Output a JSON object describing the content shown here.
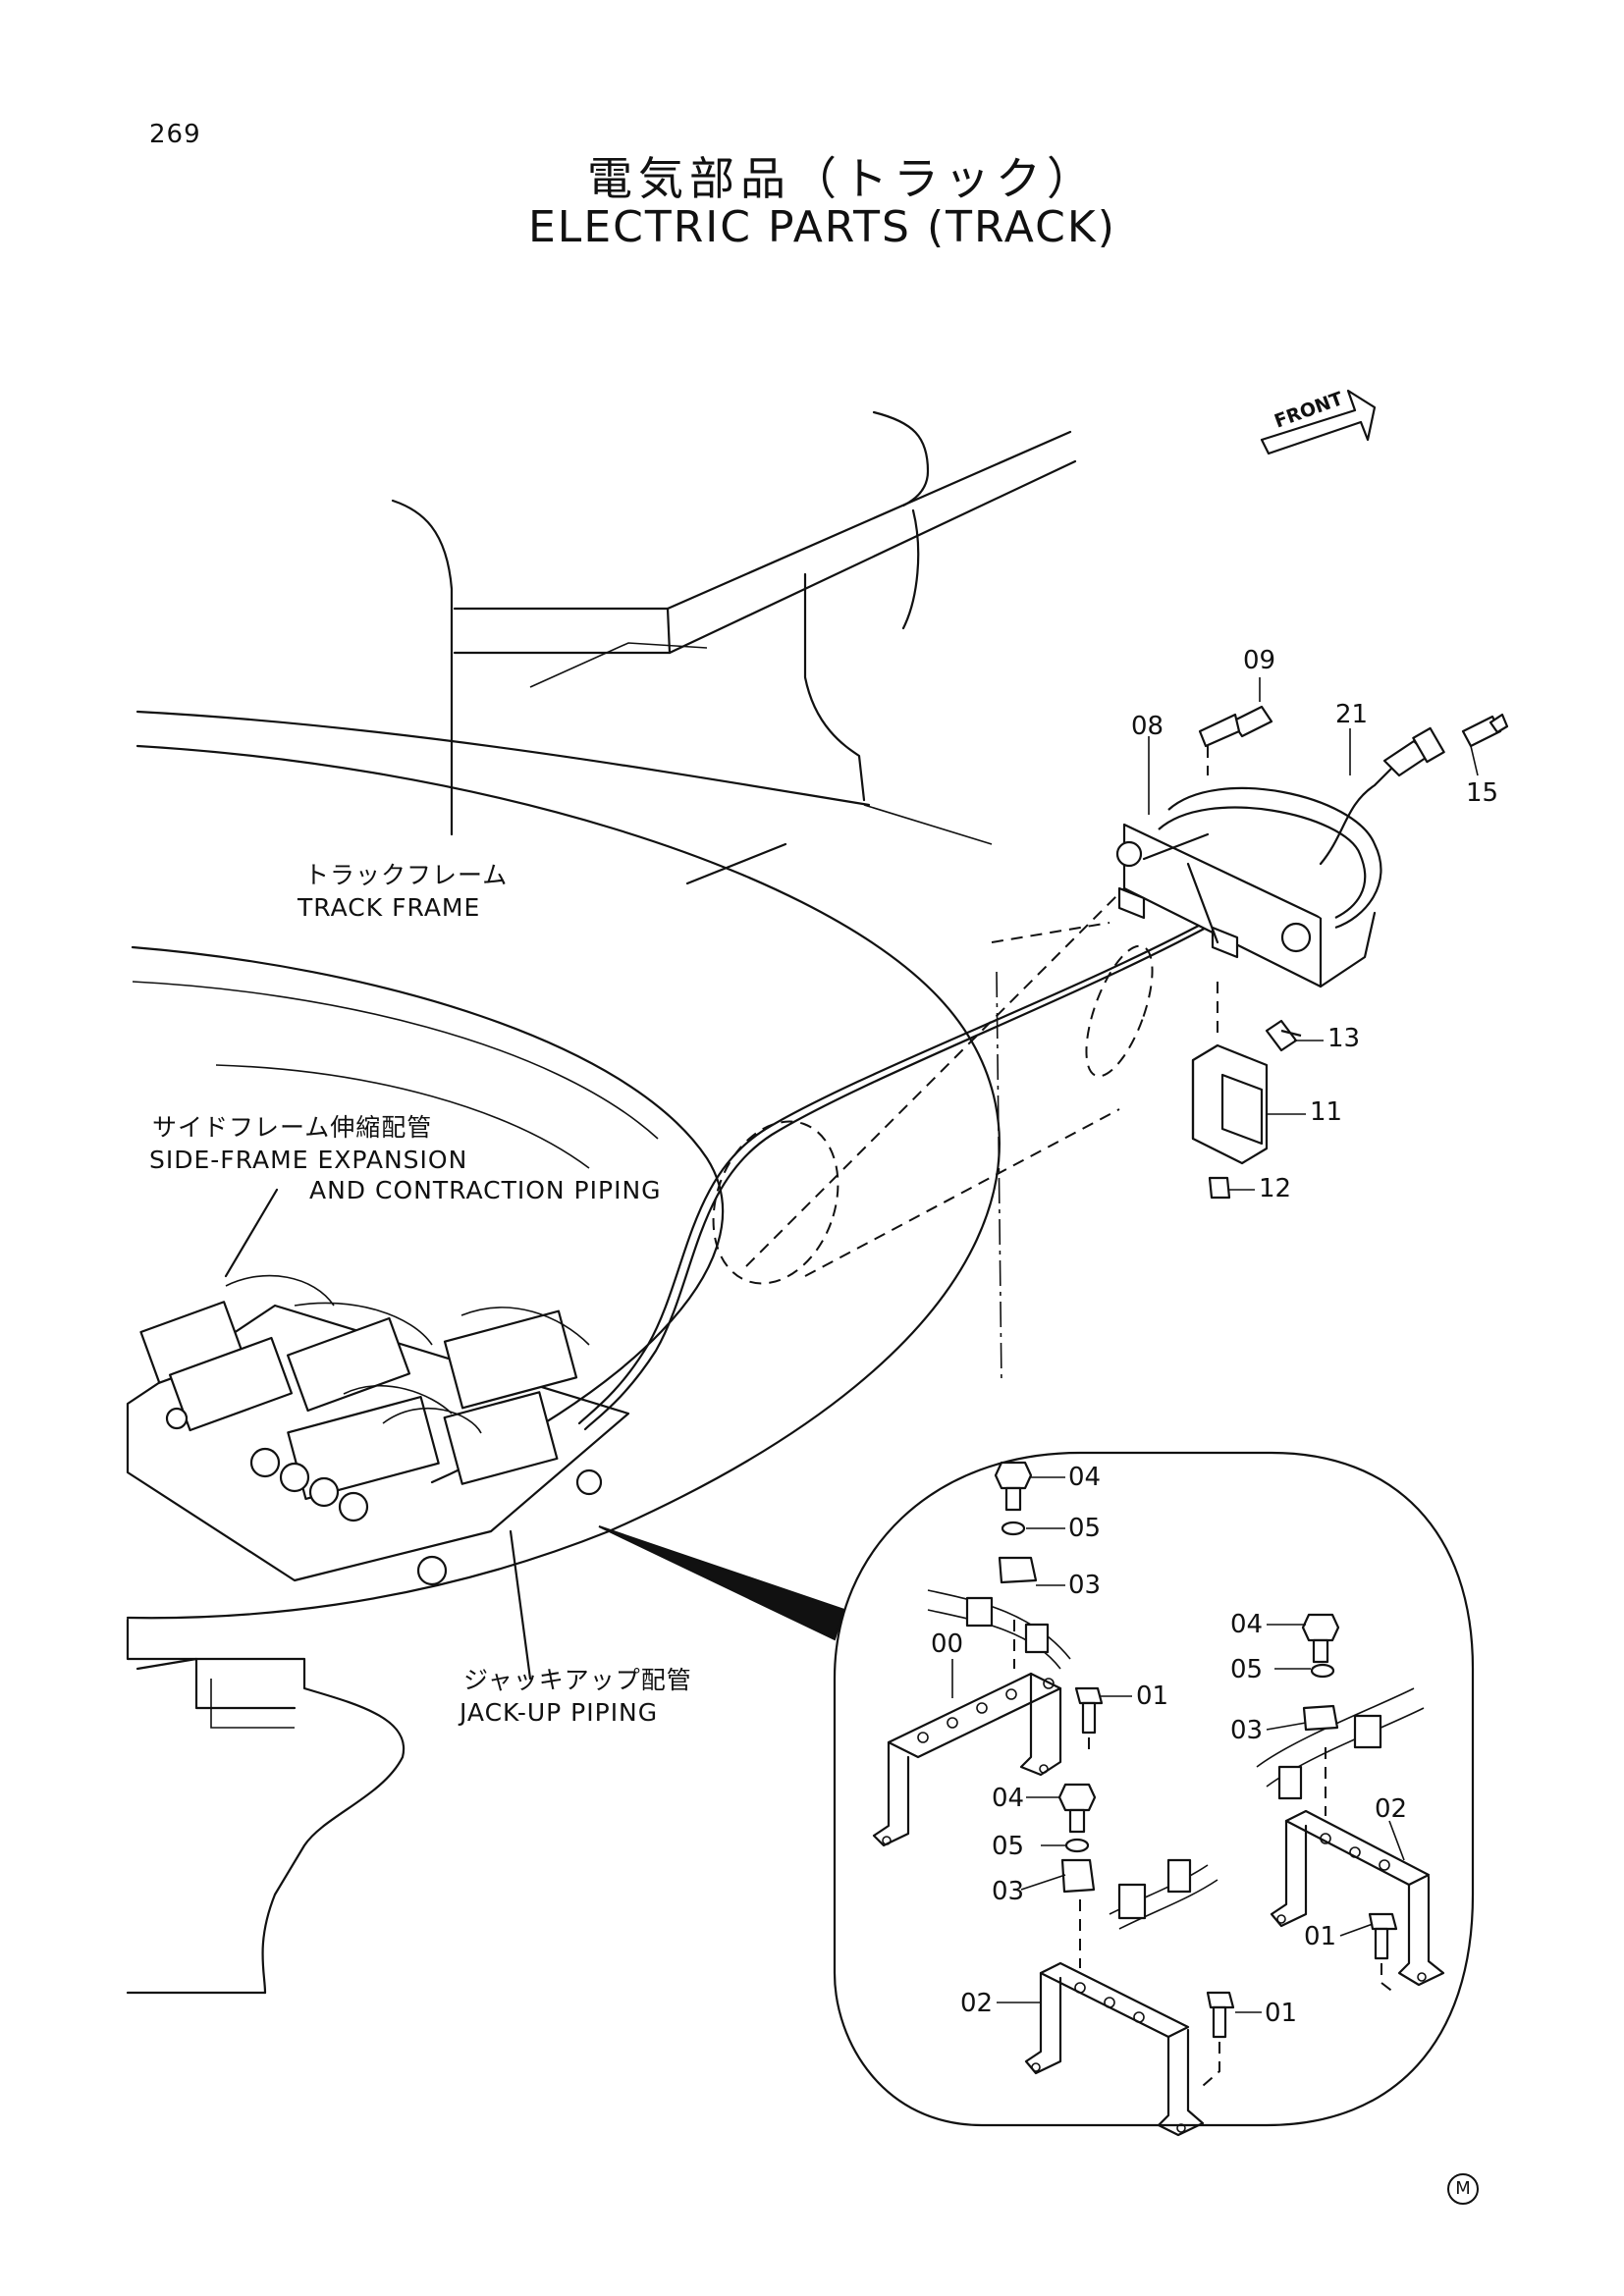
{
  "page_number": "269",
  "title": {
    "jp": "電気部品（トラック）",
    "en": "ELECTRIC PARTS (TRACK)"
  },
  "front_marker": "FRONT",
  "labels": {
    "track_frame_jp": "トラックフレーム",
    "track_frame_en": "TRACK FRAME",
    "side_frame_jp": "サイドフレーム伸縮配管",
    "side_frame_en_1": "SIDE-FRAME EXPANSION",
    "side_frame_en_2": "AND CONTRACTION PIPING",
    "jackup_jp": "ジャッキアップ配管",
    "jackup_en": "JACK-UP PIPING"
  },
  "main_callouts": [
    "09",
    "08",
    "21",
    "15",
    "13",
    "11",
    "12"
  ],
  "detail_callouts": [
    "04",
    "05",
    "03",
    "00",
    "01",
    "04",
    "05",
    "03",
    "02",
    "01",
    "04",
    "05",
    "03",
    "02",
    "01"
  ],
  "mark": "M"
}
